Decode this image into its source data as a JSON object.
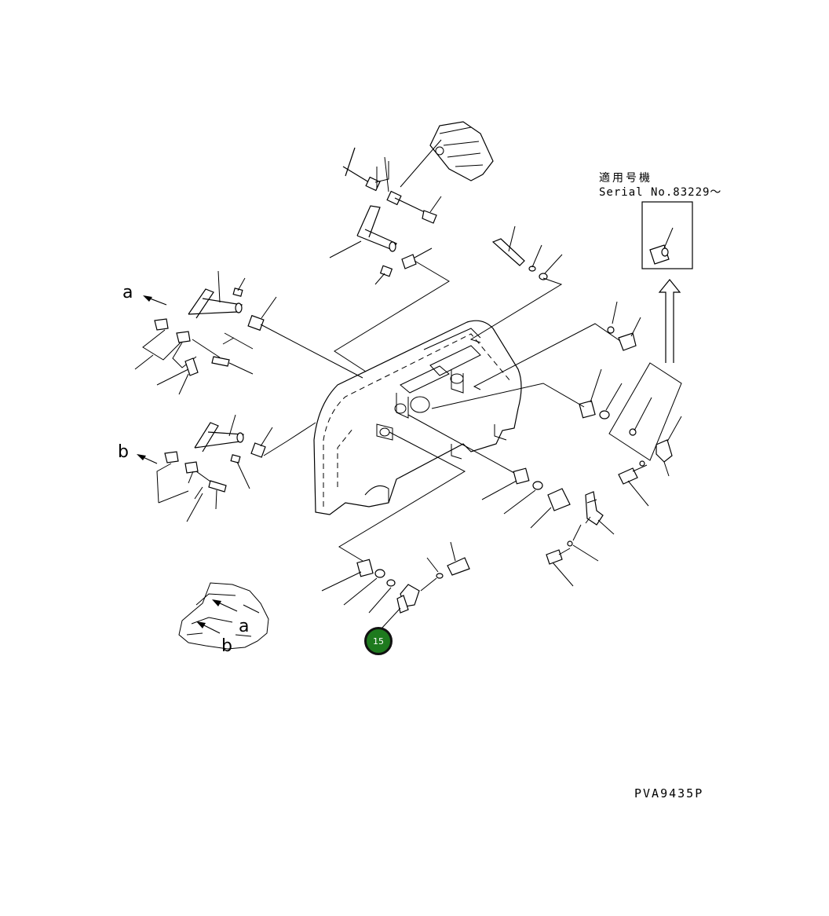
{
  "serial_header": {
    "applicable_jp": "適用号機",
    "serial_no": "Serial No.83229～"
  },
  "view_letters": {
    "a_left": "a",
    "b_left": "b",
    "a_inset": "a",
    "b_inset": "b"
  },
  "callouts": [
    {
      "number": "15",
      "color": "#1e7a1e"
    }
  ],
  "drawing_code": "PVA9435P"
}
